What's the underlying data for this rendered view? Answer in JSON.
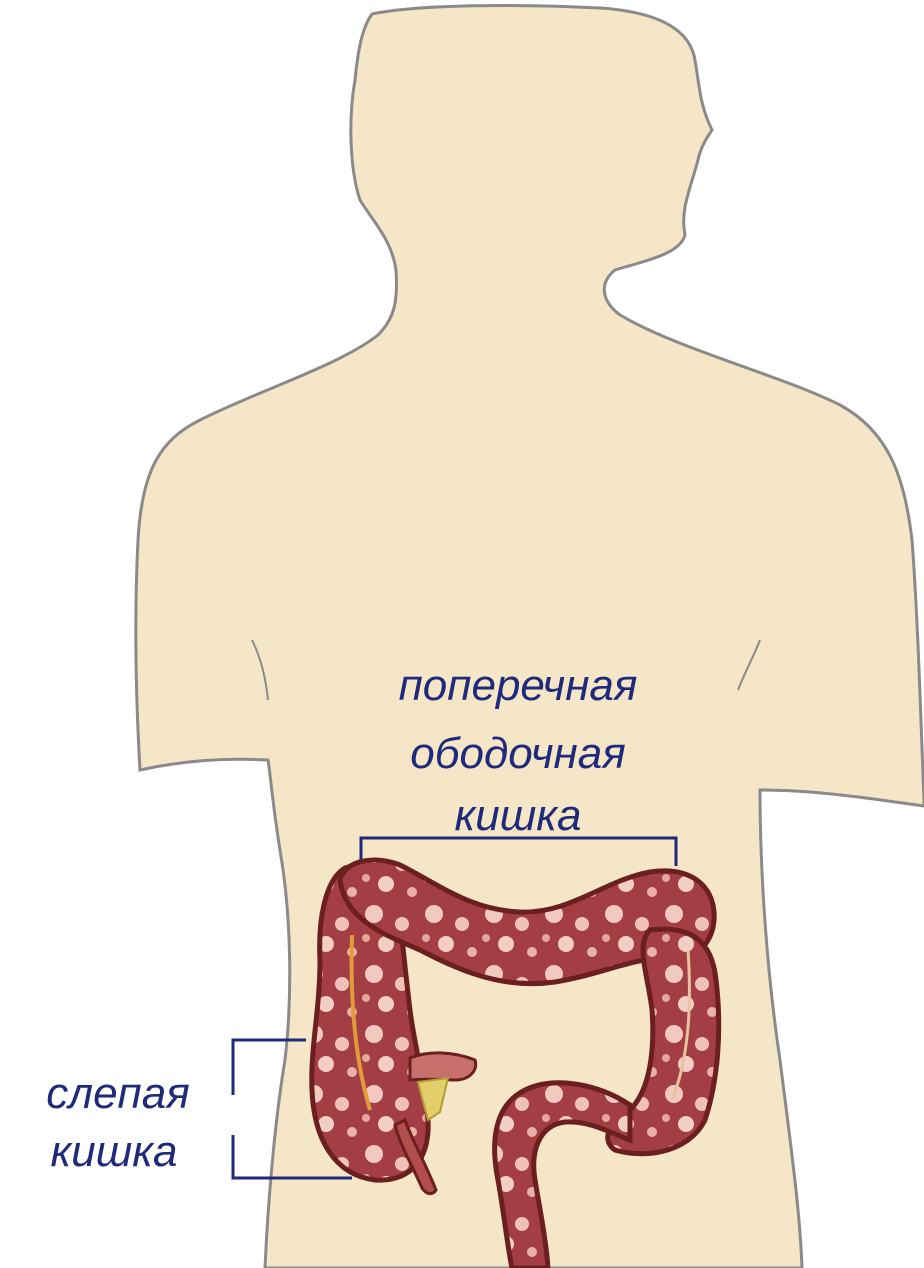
{
  "labels": {
    "transverse_colon": [
      "поперечная",
      "ободочная",
      "кишка"
    ],
    "cecum": [
      "слепая",
      "кишка"
    ]
  },
  "colors": {
    "background": "#ffffff",
    "body_fill": "#f5e6c8",
    "body_outline": "#8a8a8a",
    "colon_dark": "#6b1f1f",
    "colon_mid": "#b0484a",
    "colon_spot": "#f2c9c0",
    "bracket": "#1f2a7a",
    "appendix_yellow": "#e3cf6a"
  }
}
